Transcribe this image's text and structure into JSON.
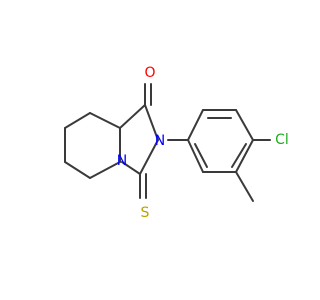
{
  "molecule": {
    "atoms": {
      "oxygen": "O",
      "nitrogen_imide": "N",
      "nitrogen_bridge": "N",
      "sulfur": "S",
      "chlorine": "Cl"
    },
    "colors": {
      "bond": "#3a3a3a",
      "oxygen": "#ff0000",
      "nitrogen": "#0000ff",
      "sulfur": "#b8a400",
      "chlorine": "#1fae1f"
    }
  }
}
